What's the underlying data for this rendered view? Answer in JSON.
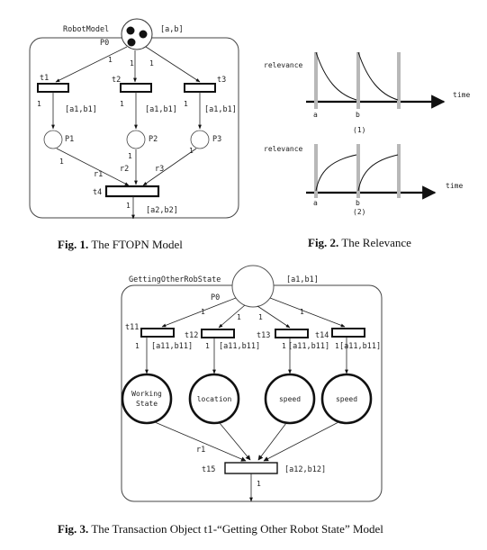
{
  "fig1": {
    "place_name": "RobotModel",
    "p0": "P0",
    "interval": "[a,b]",
    "t1": "t1",
    "t2": "t2",
    "t3": "t3",
    "t4": "t4",
    "w1": "1",
    "i1": "[a1,b1]",
    "p1": "P1",
    "p2": "P2",
    "p3": "P3",
    "r1": "r1",
    "r2": "r2",
    "r3": "r3",
    "out_interval": "[a2,b2]",
    "caption_label": "Fig. 1.",
    "caption_text": "The FTOPN Model"
  },
  "fig2": {
    "relevance": "relevance",
    "time": "time",
    "a": "a",
    "b": "b",
    "sub1": "(1)",
    "sub2": "(2)",
    "caption_label": "Fig. 2.",
    "caption_text": "The Relevance"
  },
  "fig3": {
    "place_name": "GettingOtherRobState",
    "interval": "[a1,b1]",
    "p0": "P0",
    "w1": "1",
    "t11": "t11",
    "t12": "t12",
    "t13": "t13",
    "t14": "t14",
    "t15": "t15",
    "i11": "[a11,b11]",
    "working": "Working",
    "state": "State",
    "location": "location",
    "speed": "speed",
    "r1": "r1",
    "out_interval": "[a12,b12]",
    "caption_label": "Fig. 3.",
    "caption_text": "The Transaction Object t1-“Getting Other Robot State” Model"
  }
}
